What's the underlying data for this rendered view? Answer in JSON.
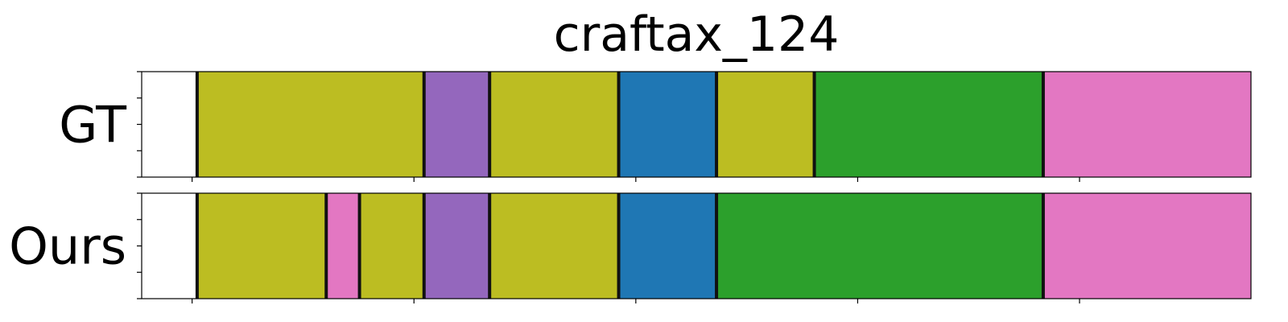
{
  "chart_data": {
    "type": "segmentation_timeline",
    "title": "craftax_124",
    "xlim": [
      0,
      110
    ],
    "x_ticks": [
      5,
      27,
      49,
      71,
      93,
      115
    ],
    "rows": [
      {
        "label": "GT",
        "segments": [
          {
            "start": 5.5,
            "end": 28.0,
            "color": "#bcbd22"
          },
          {
            "start": 28.0,
            "end": 34.5,
            "color": "#9467bd"
          },
          {
            "start": 34.5,
            "end": 47.3,
            "color": "#bcbd22"
          },
          {
            "start": 47.3,
            "end": 57.0,
            "color": "#1f77b4"
          },
          {
            "start": 57.0,
            "end": 66.7,
            "color": "#bcbd22"
          },
          {
            "start": 66.7,
            "end": 89.4,
            "color": "#2ca02c"
          },
          {
            "start": 89.4,
            "end": 115.0,
            "color": "#e377c2"
          }
        ],
        "boundaries": [
          5.5,
          28.0,
          34.5,
          47.3,
          57.0,
          66.7,
          89.4,
          115.0
        ]
      },
      {
        "label": "Ours",
        "segments": [
          {
            "start": 5.5,
            "end": 18.3,
            "color": "#bcbd22"
          },
          {
            "start": 18.3,
            "end": 21.6,
            "color": "#e377c2"
          },
          {
            "start": 21.6,
            "end": 28.0,
            "color": "#bcbd22"
          },
          {
            "start": 28.0,
            "end": 34.5,
            "color": "#9467bd"
          },
          {
            "start": 34.5,
            "end": 47.3,
            "color": "#bcbd22"
          },
          {
            "start": 47.3,
            "end": 57.0,
            "color": "#1f77b4"
          },
          {
            "start": 57.0,
            "end": 89.4,
            "color": "#2ca02c"
          },
          {
            "start": 89.4,
            "end": 115.0,
            "color": "#e377c2"
          }
        ],
        "boundaries": [
          5.5,
          18.3,
          21.6,
          28.0,
          34.5,
          47.3,
          57.0,
          89.4,
          115.0
        ]
      }
    ],
    "boundary_color": "#111111"
  }
}
